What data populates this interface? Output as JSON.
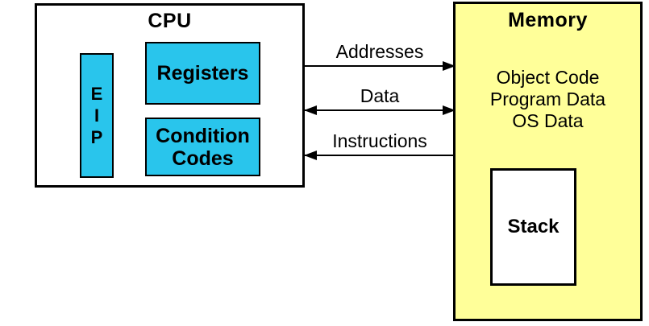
{
  "cpu": {
    "title": "CPU",
    "eip_letters": [
      "E",
      "I",
      "P"
    ],
    "registers_label": "Registers",
    "condition_codes_label": "Condition Codes"
  },
  "buses": [
    {
      "label": "Addresses",
      "direction": "cpu-to-memory"
    },
    {
      "label": "Data",
      "direction": "bidirectional"
    },
    {
      "label": "Instructions",
      "direction": "memory-to-cpu"
    }
  ],
  "memory": {
    "title": "Memory",
    "contents": [
      "Object Code",
      "Program Data",
      "OS Data"
    ],
    "stack_label": "Stack"
  },
  "colors": {
    "cpu_component_fill": "#29C5EC",
    "memory_fill": "#FFFF99",
    "line_color": "#000000",
    "background": "#FFFFFF"
  }
}
